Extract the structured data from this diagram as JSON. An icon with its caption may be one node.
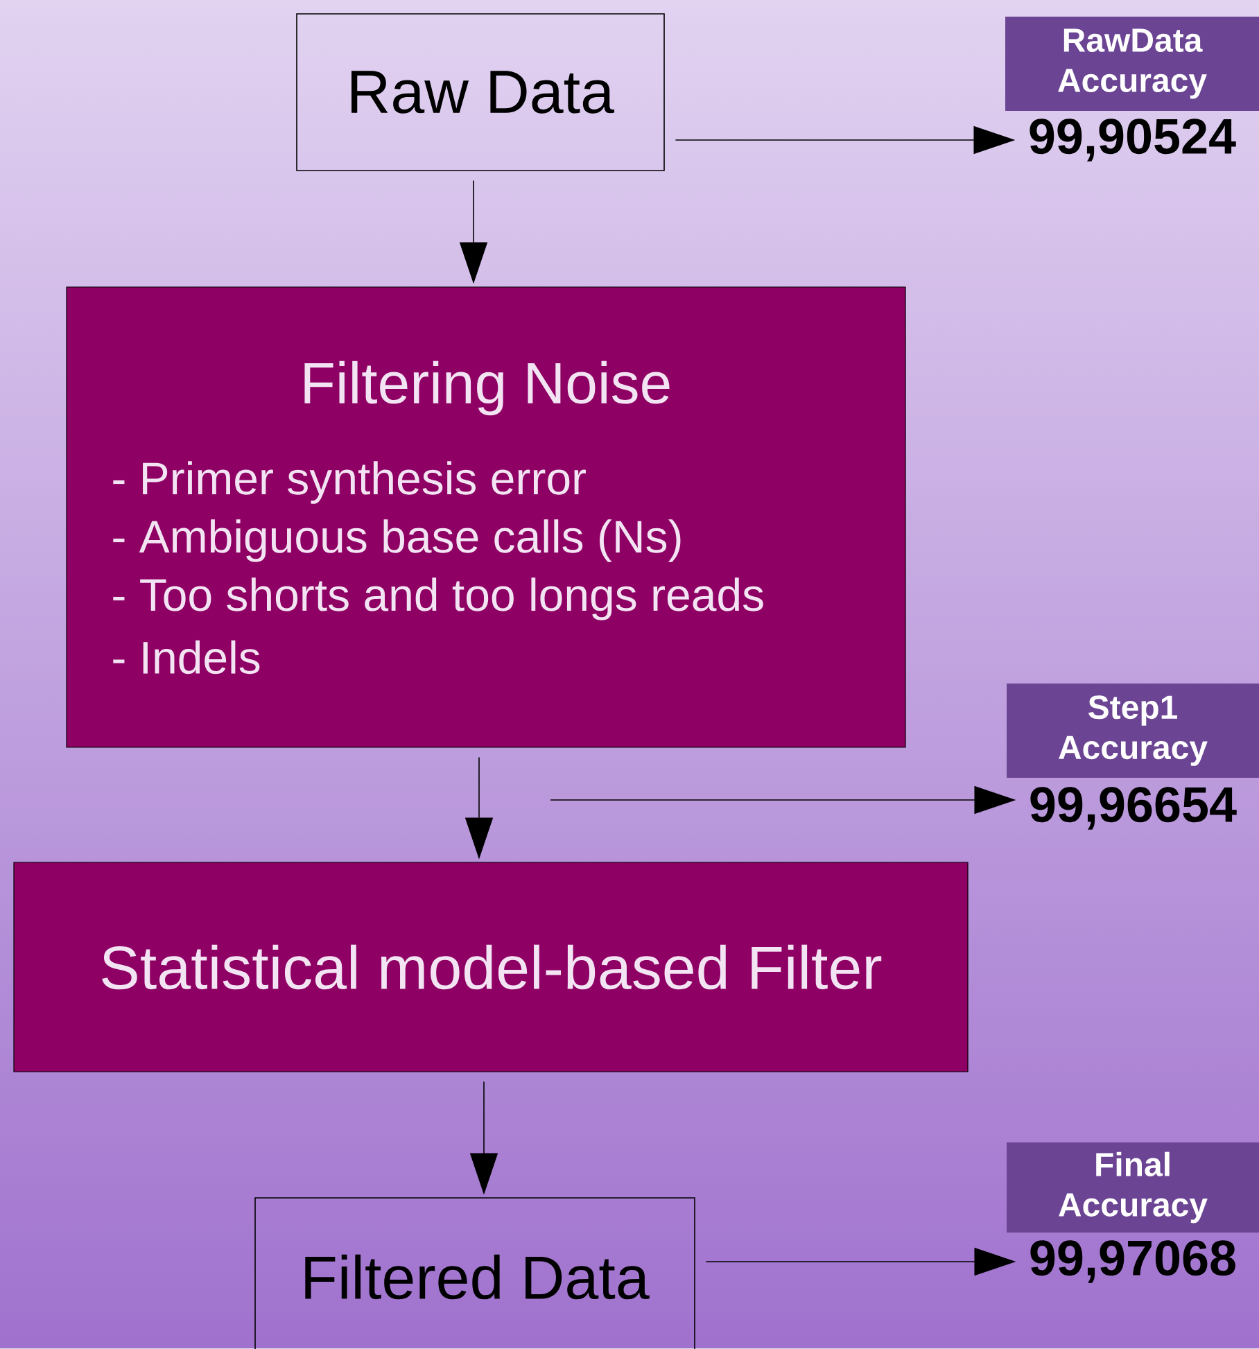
{
  "diagram": {
    "nodes": [
      {
        "text": [
          "Raw Data"
        ]
      },
      {
        "text": [
          "Filtering Noise",
          "- Primer synthesis error",
          "- Ambiguous base calls (Ns)",
          "- Too shorts and too longs reads",
          "- Indels"
        ]
      },
      {
        "text": [
          "Statistical model-based Filter"
        ]
      },
      {
        "text": [
          "Filtered Data"
        ]
      },
      {
        "text": [
          "RawData Accuracy"
        ],
        "beside": [
          "99,90524"
        ]
      },
      {
        "text": [
          "Step1 Accuracy"
        ],
        "beside": [
          "99,96654"
        ]
      },
      {
        "text": [
          "Final Accuracy"
        ],
        "beside": [
          "99,97068"
        ]
      }
    ],
    "edges": [
      {
        "from": 0,
        "to": 1,
        "arrow": "to"
      },
      {
        "from": 1,
        "to": 2,
        "arrow": "to"
      },
      {
        "from": 2,
        "to": 3,
        "arrow": "to"
      },
      {
        "from": 0,
        "to": 4,
        "arrow": "to"
      },
      {
        "from": null,
        "to": 5,
        "arrow": "to"
      },
      {
        "from": 3,
        "to": 6,
        "arrow": "to"
      }
    ]
  }
}
